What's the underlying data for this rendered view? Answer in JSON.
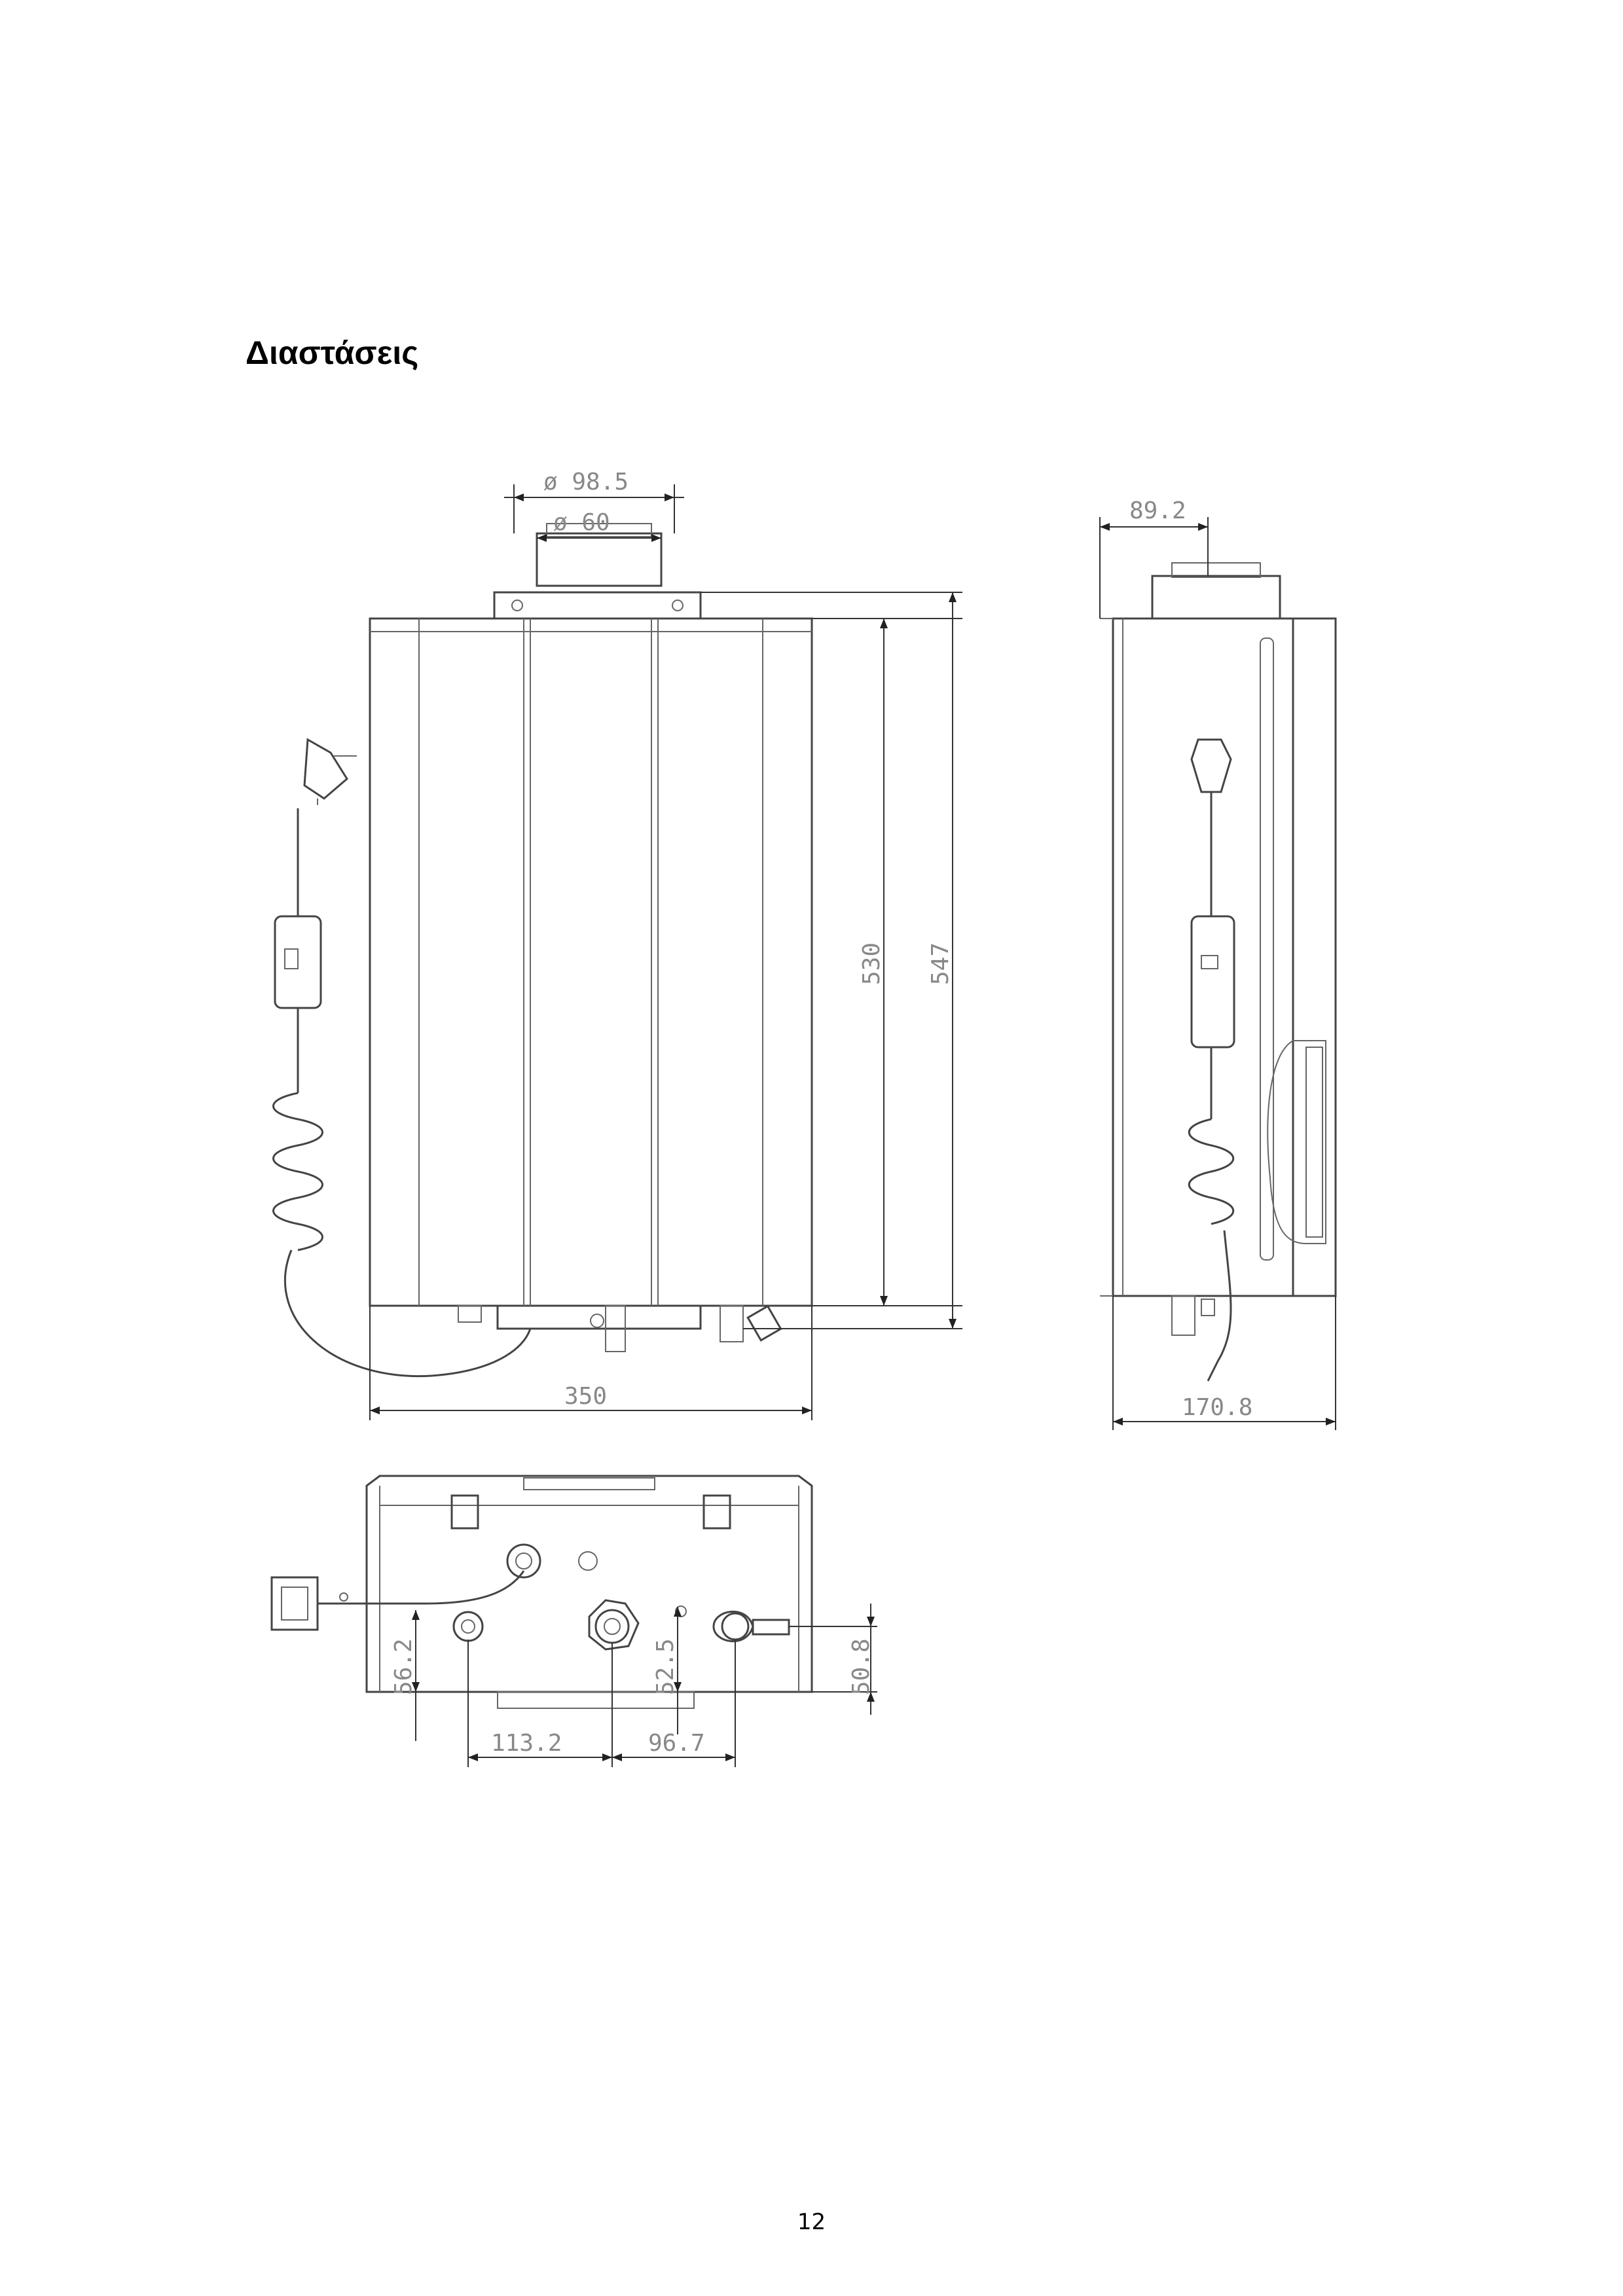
{
  "page": {
    "heading": "Διαστάσεις",
    "page_number": "12"
  },
  "dimensions": {
    "flue_outer": "ø 98.5",
    "flue_inner": "ø 60",
    "height_body": "530",
    "height_total": "547",
    "width": "350",
    "side_flue_offset": "89.2",
    "depth": "170.8",
    "bottom_left_height": "56.2",
    "bottom_gas_height": "52.5",
    "bottom_right_height": "50.8",
    "bottom_left_span": "113.2",
    "bottom_right_span": "96.7"
  }
}
